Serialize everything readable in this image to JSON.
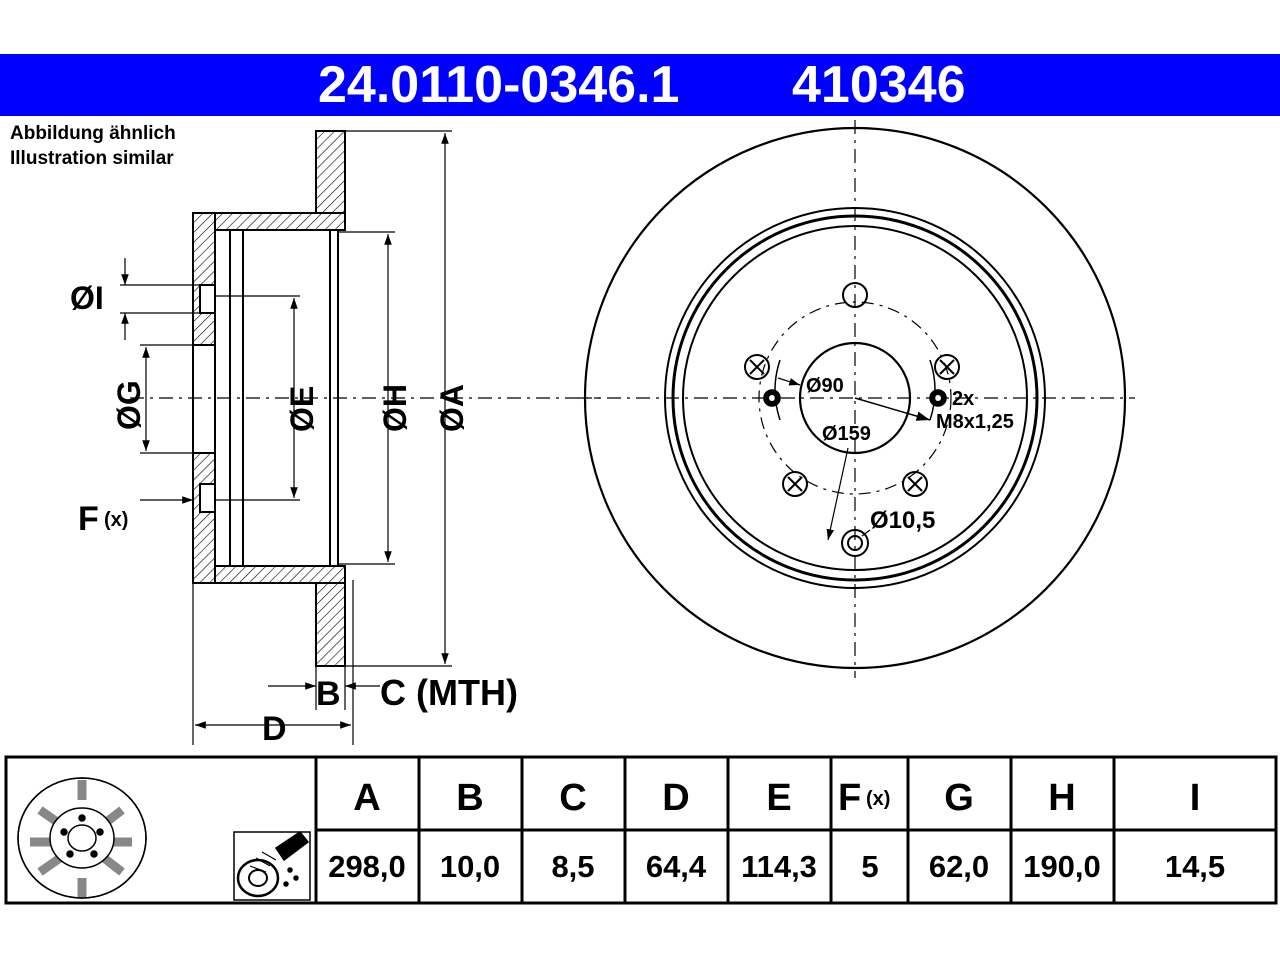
{
  "header": {
    "part_number": "24.0110-0346.1",
    "ref_number": "410346",
    "color": "#0000ff"
  },
  "notes": {
    "line1": "Abbildung ähnlich",
    "line2": "Illustration similar"
  },
  "section_labels": {
    "dia_i": "ØI",
    "dia_g": "ØG",
    "f": "F",
    "f_sub": "(x)",
    "dia_e": "ØE",
    "dia_h": "ØH",
    "dia_a": "ØA",
    "b": "B",
    "c_mth": "C (MTH)",
    "d": "D"
  },
  "face_labels": {
    "center_bore": "Ø90",
    "bolt_circle": "Ø159",
    "thread_count": "2x",
    "thread_spec": "M8x1,25",
    "hole_dia": "Ø10,5"
  },
  "table": {
    "headers": [
      {
        "main": "A"
      },
      {
        "main": "B"
      },
      {
        "main": "C"
      },
      {
        "main": "D"
      },
      {
        "main": "E"
      },
      {
        "main": "F",
        "sub": "(x)"
      },
      {
        "main": "G"
      },
      {
        "main": "H"
      },
      {
        "main": "I"
      }
    ],
    "values": [
      "298,0",
      "10,0",
      "8,5",
      "64,4",
      "114,3",
      "5",
      "62,0",
      "190,0",
      "14,5"
    ]
  },
  "icons": [
    "brake-disc-icon",
    "cleaning-spray-icon"
  ]
}
